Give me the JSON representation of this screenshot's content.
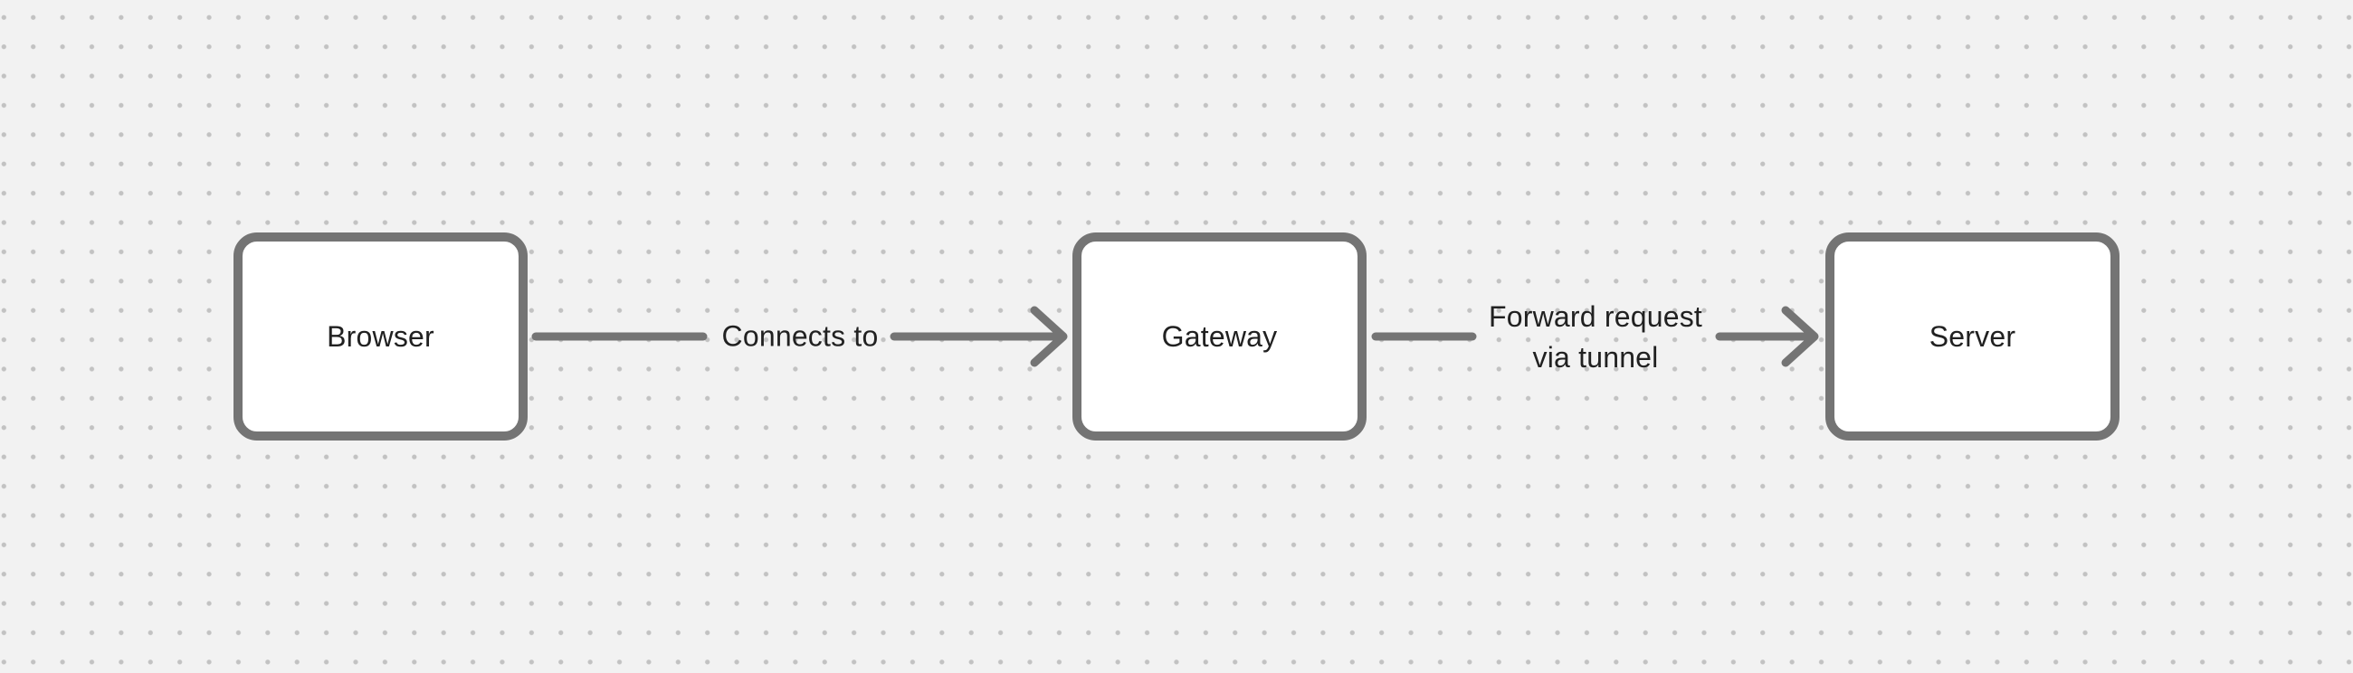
{
  "colors": {
    "canvas_background": "#f2f2f2",
    "grid_dot": "#c2c2c2",
    "shape_stroke": "#747474",
    "shape_fill": "#ffffff",
    "text": "#212121"
  },
  "nodes": [
    {
      "id": "browser",
      "label": "Browser"
    },
    {
      "id": "gateway",
      "label": "Gateway"
    },
    {
      "id": "server",
      "label": "Server"
    }
  ],
  "edges": [
    {
      "from": "browser",
      "to": "gateway",
      "label": "Connects to"
    },
    {
      "from": "gateway",
      "to": "server",
      "label_lines": [
        "Forward request",
        "via tunnel"
      ]
    }
  ]
}
